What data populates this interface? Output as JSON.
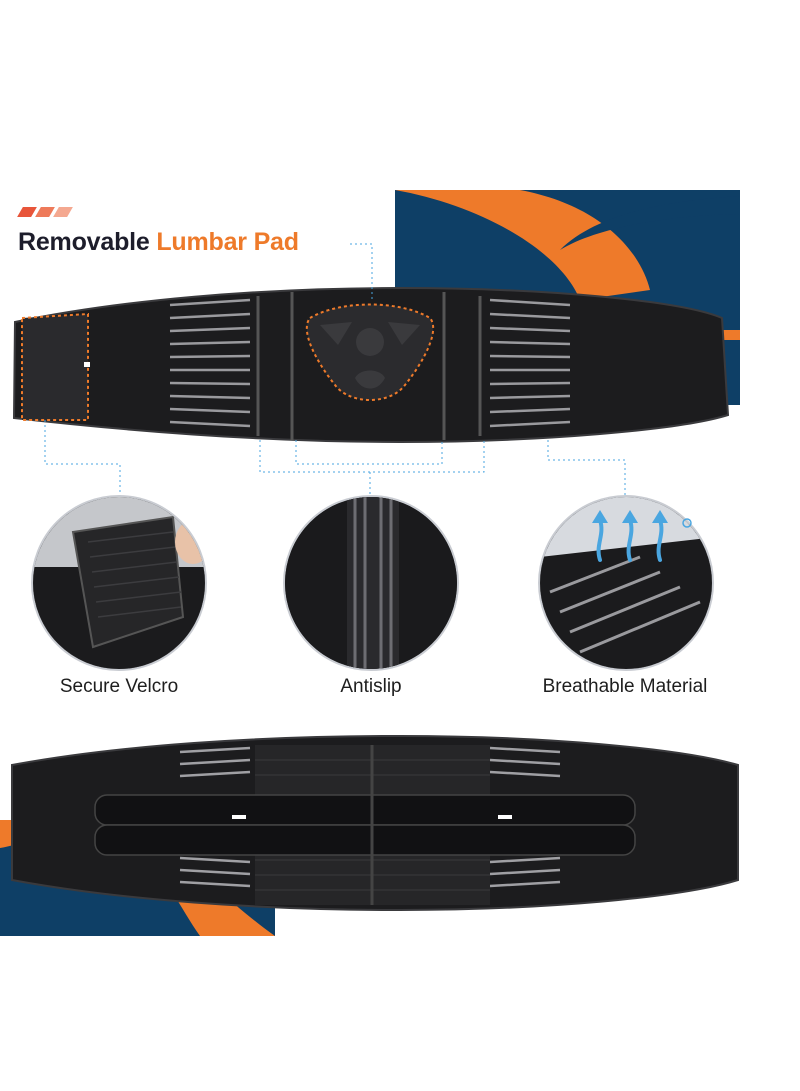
{
  "heading": {
    "prefix": "Removable",
    "highlight": "Lumbar Pad"
  },
  "features": [
    {
      "label": "Secure Velcro"
    },
    {
      "label": "Antislip"
    },
    {
      "label": "Breathable Material"
    }
  ],
  "colors": {
    "accent_orange": "#ee7a2a",
    "navy": "#0e3f66",
    "chevron_light": "#f4a890",
    "belt_black": "#1c1c1e",
    "callout_line": "#4aa6e0"
  },
  "icons": [
    "chevrons-icon",
    "airflow-arrows-icon"
  ]
}
